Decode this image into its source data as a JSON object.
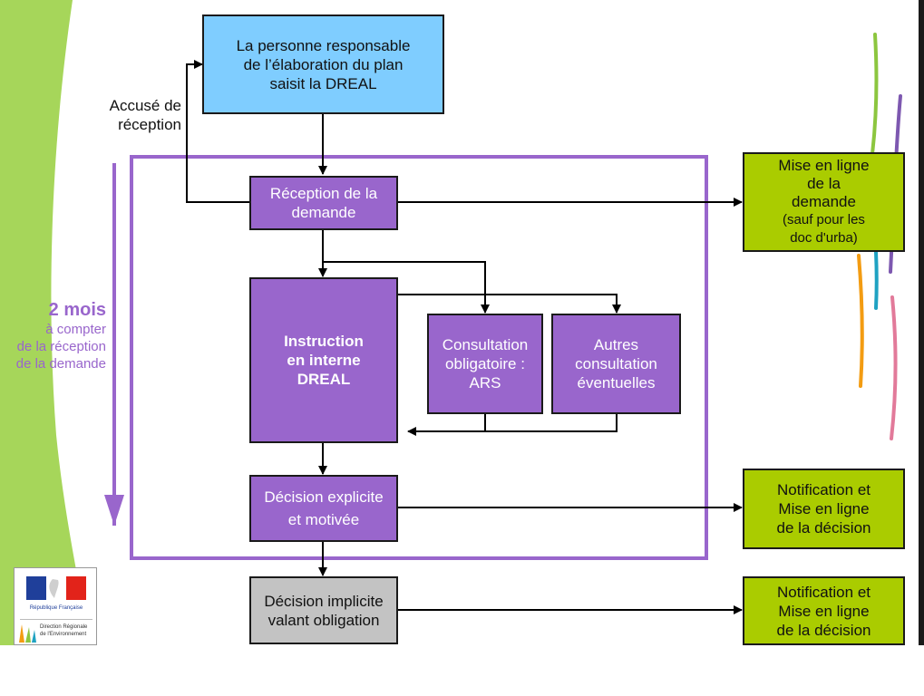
{
  "colors": {
    "request_box": "#7fcdff",
    "dreal_step": "#9966cc",
    "publication_box": "#aacc00",
    "implicit_decision_box": "#c3c3c3",
    "period_frame": "#9966cc",
    "left_band": "#a6d65a"
  },
  "diagram": {
    "nodes": {
      "saisine": {
        "lines": [
          "La personne responsable",
          "de l’élaboration du plan",
          "saisit la DREAL"
        ]
      },
      "reception": {
        "lines": [
          "Réception de la",
          "demande"
        ]
      },
      "instruction": {
        "lines": [
          "Instruction",
          "en interne",
          "DREAL"
        ]
      },
      "consultation_ars": {
        "lines": [
          "Consultation",
          "obligatoire :",
          "ARS"
        ]
      },
      "autres_consultations": {
        "lines": [
          "Autres",
          "consultation",
          "éventuelles"
        ]
      },
      "decision_explicite": {
        "lines": [
          "Décision explicite",
          "et motivée"
        ]
      },
      "decision_implicite": {
        "lines": [
          "Décision implicite",
          "valant obligation"
        ]
      },
      "mise_en_ligne_demande": {
        "lines": [
          "Mise en ligne",
          "de la",
          "demande",
          "(sauf pour les",
          "doc d'urba)"
        ]
      },
      "notification_explicite": {
        "lines": [
          "Notification et",
          "Mise en ligne",
          "de la décision"
        ]
      },
      "notification_implicite": {
        "lines": [
          "Notification et",
          "Mise en ligne",
          "de la décision"
        ]
      }
    },
    "labels": {
      "accuse": [
        "Accusé de",
        "réception"
      ],
      "delai_duree": "2 mois",
      "delai_detail": [
        "à compter",
        "de la réception",
        "de la demande"
      ]
    }
  },
  "logo": {
    "republique": "République Française",
    "direction": [
      "Direction Régionale",
      "de l'Environnement"
    ]
  }
}
